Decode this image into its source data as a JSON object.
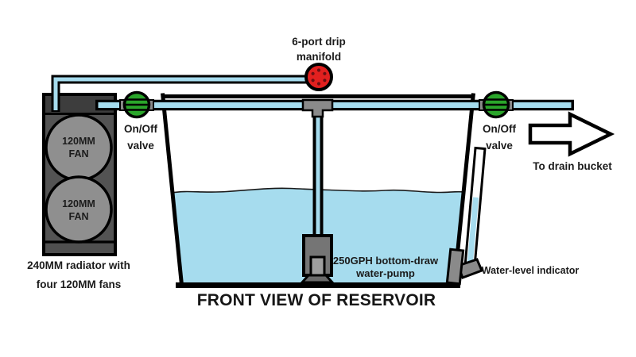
{
  "diagram": {
    "title": "FRONT VIEW OF RESERVOIR",
    "radiator": {
      "caption": [
        "240MM radiator with",
        "four 120MM fans"
      ],
      "fans": [
        {
          "lines": [
            "120MM",
            "FAN"
          ]
        },
        {
          "lines": [
            "120MM",
            "FAN"
          ]
        }
      ]
    },
    "manifold": {
      "caption": [
        "6-port drip",
        "manifold"
      ]
    },
    "valves": [
      {
        "caption": [
          "On/Off",
          "valve"
        ]
      },
      {
        "caption": [
          "On/Off",
          "valve"
        ]
      }
    ],
    "pump": {
      "caption": [
        "250GPH bottom-draw",
        "water-pump"
      ]
    },
    "indicator": {
      "caption": "Water-level indicator"
    },
    "drain": {
      "caption": "To drain bucket"
    }
  },
  "colors": {
    "water": "#a6dcee",
    "valve_green": "#2aa52a",
    "manifold_red": "#e2201f",
    "manifold_dot": "#6b0f12",
    "metal_gray": "#8a8a8a",
    "pump_gray": "#757575",
    "pump_window_gray": "#9e9e9e",
    "pump_base_gray": "#6a6a6a",
    "fan_gray": "#8f8f8f",
    "radiator_dark": "#3d3d3d",
    "radiator_mid": "#535353",
    "outline": "#000000"
  }
}
